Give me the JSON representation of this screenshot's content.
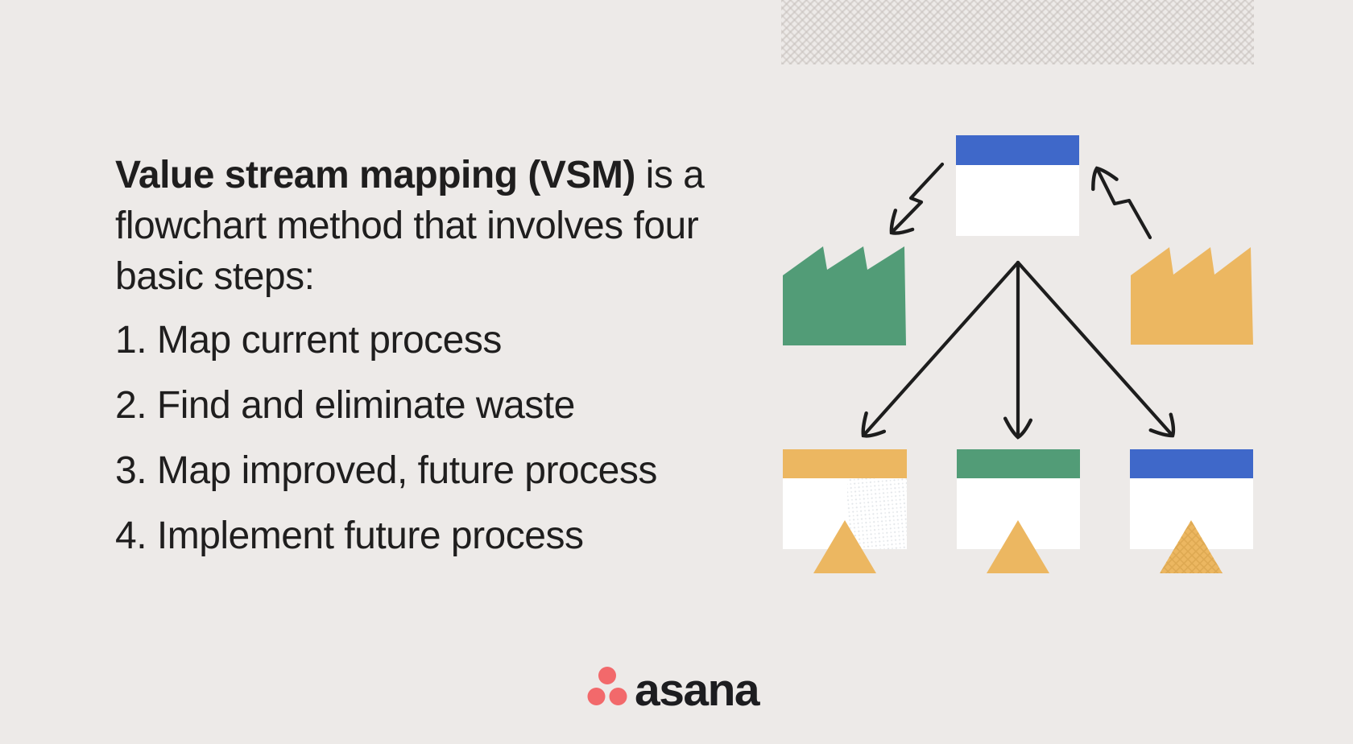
{
  "intro": {
    "bold": "Value stream mapping (VSM)",
    "regular": " is a flowchart method that involves four basic steps:"
  },
  "steps": [
    "1. Map current process",
    "2. Find and eliminate waste",
    "3. Map improved, future process",
    "4. Implement future process"
  ],
  "logo": {
    "wordmark": "asana",
    "dot_color": "#f2696b",
    "text_color": "#1d1d20"
  },
  "colors": {
    "background": "#edeae8",
    "text": "#1f1e1e",
    "blue": "#3f68c9",
    "green": "#529c77",
    "orange": "#ecb761",
    "orange_dark": "#cf9a42",
    "card": "#ffffff",
    "arrow": "#1d1d1d",
    "texture": "#c6c0bc",
    "speckle": "#ccd2d8"
  }
}
